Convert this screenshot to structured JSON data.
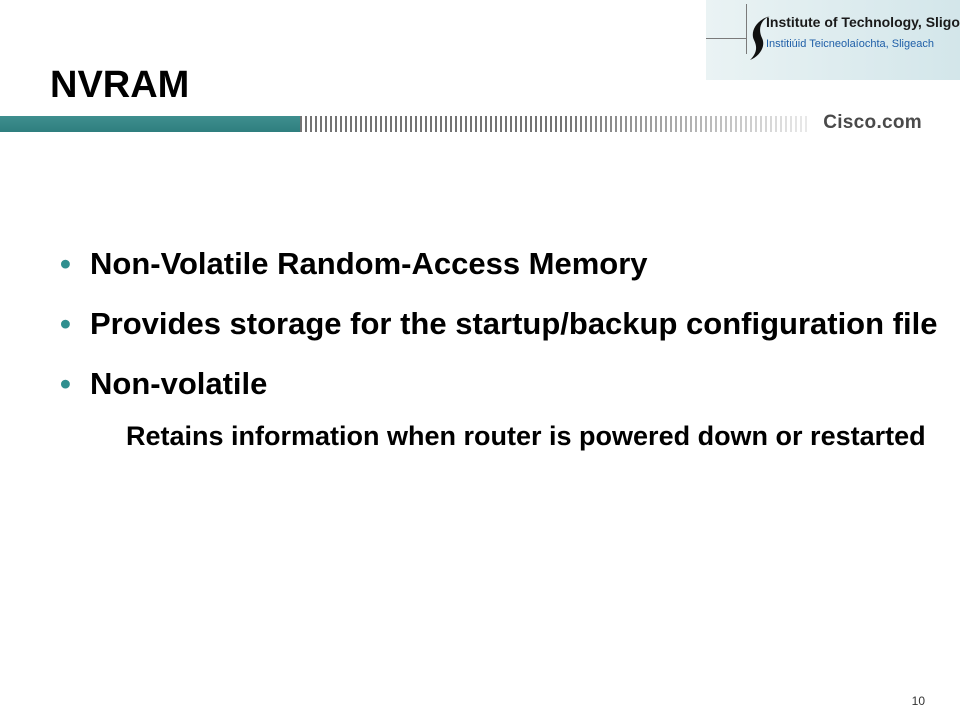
{
  "slide": {
    "title": "NVRAM",
    "logo": {
      "line1": "Institute of Technology, Sligo",
      "line2": "Institiúid Teicneolaíochta, Sligeach"
    },
    "brand": "Cisco.com",
    "bullets": [
      {
        "text": "Non-Volatile Random-Access Memory"
      },
      {
        "text": "Provides storage for the startup/backup configuration file"
      },
      {
        "text": "Non-volatile"
      }
    ],
    "sub_item": "Retains information when router is powered down or restarted",
    "page_number": "10",
    "colors": {
      "accent": "#2f8f8f",
      "bar": "#3f8f8f",
      "logo_subtitle": "#1f5fa8"
    }
  }
}
